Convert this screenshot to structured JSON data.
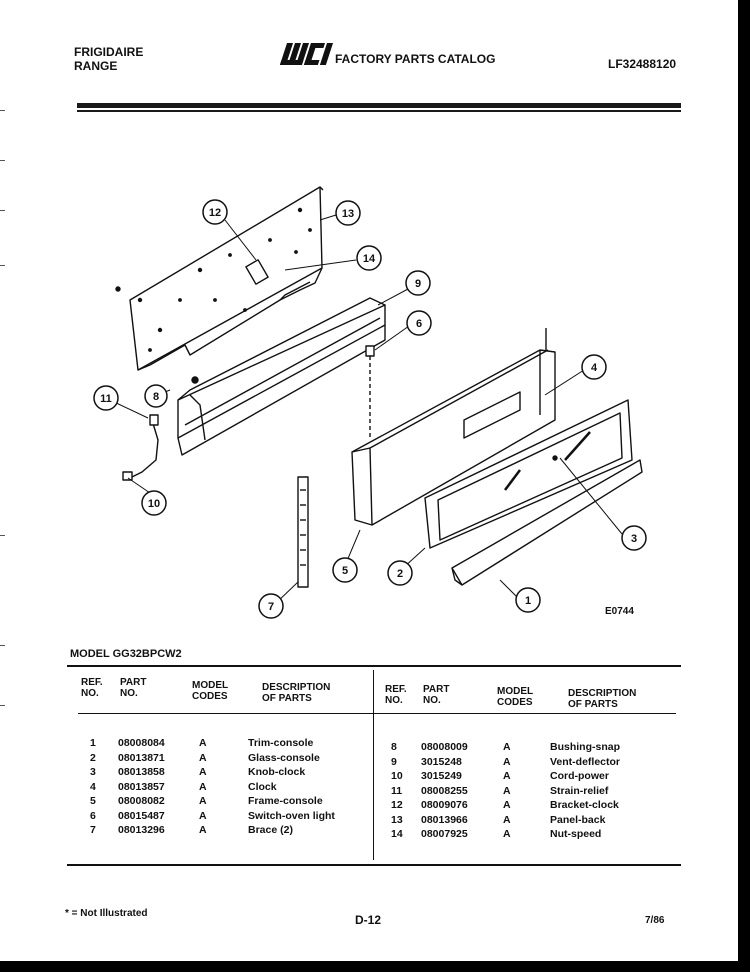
{
  "header": {
    "brand_line1": "FRIGIDAIRE",
    "brand_line2": "RANGE",
    "logo_text": "WCI",
    "catalog_title": "FACTORY PARTS CATALOG",
    "doc_number": "LF32488120"
  },
  "diagram": {
    "code": "E0744",
    "callouts": [
      "1",
      "2",
      "3",
      "4",
      "5",
      "6",
      "7",
      "8",
      "9",
      "10",
      "11",
      "12",
      "13",
      "14"
    ]
  },
  "model": {
    "label": "MODEL GG32BPCW2"
  },
  "table": {
    "headers": {
      "ref": "REF.\nNO.",
      "part": "PART\nNO.",
      "model": "MODEL\nCODES",
      "desc": "DESCRIPTION\nOF PARTS"
    },
    "left": [
      {
        "ref": "1",
        "part": "08008084",
        "code": "A",
        "desc": "Trim-console"
      },
      {
        "ref": "2",
        "part": "08013871",
        "code": "A",
        "desc": "Glass-console"
      },
      {
        "ref": "3",
        "part": "08013858",
        "code": "A",
        "desc": "Knob-clock"
      },
      {
        "ref": "4",
        "part": "08013857",
        "code": "A",
        "desc": "Clock"
      },
      {
        "ref": "5",
        "part": "08008082",
        "code": "A",
        "desc": "Frame-console"
      },
      {
        "ref": "6",
        "part": "08015487",
        "code": "A",
        "desc": "Switch-oven light"
      },
      {
        "ref": "7",
        "part": "08013296",
        "code": "A",
        "desc": "Brace (2)"
      }
    ],
    "right": [
      {
        "ref": "8",
        "part": "08008009",
        "code": "A",
        "desc": "Bushing-snap"
      },
      {
        "ref": "9",
        "part": "3015248",
        "code": "A",
        "desc": "Vent-deflector"
      },
      {
        "ref": "10",
        "part": "3015249",
        "code": "A",
        "desc": "Cord-power"
      },
      {
        "ref": "11",
        "part": "08008255",
        "code": "A",
        "desc": "Strain-relief"
      },
      {
        "ref": "12",
        "part": "08009076",
        "code": "A",
        "desc": "Bracket-clock"
      },
      {
        "ref": "13",
        "part": "08013966",
        "code": "A",
        "desc": "Panel-back"
      },
      {
        "ref": "14",
        "part": "08007925",
        "code": "A",
        "desc": "Nut-speed"
      }
    ]
  },
  "footer": {
    "footnote": "* = Not Illustrated",
    "page": "D-12",
    "date": "7/86"
  }
}
